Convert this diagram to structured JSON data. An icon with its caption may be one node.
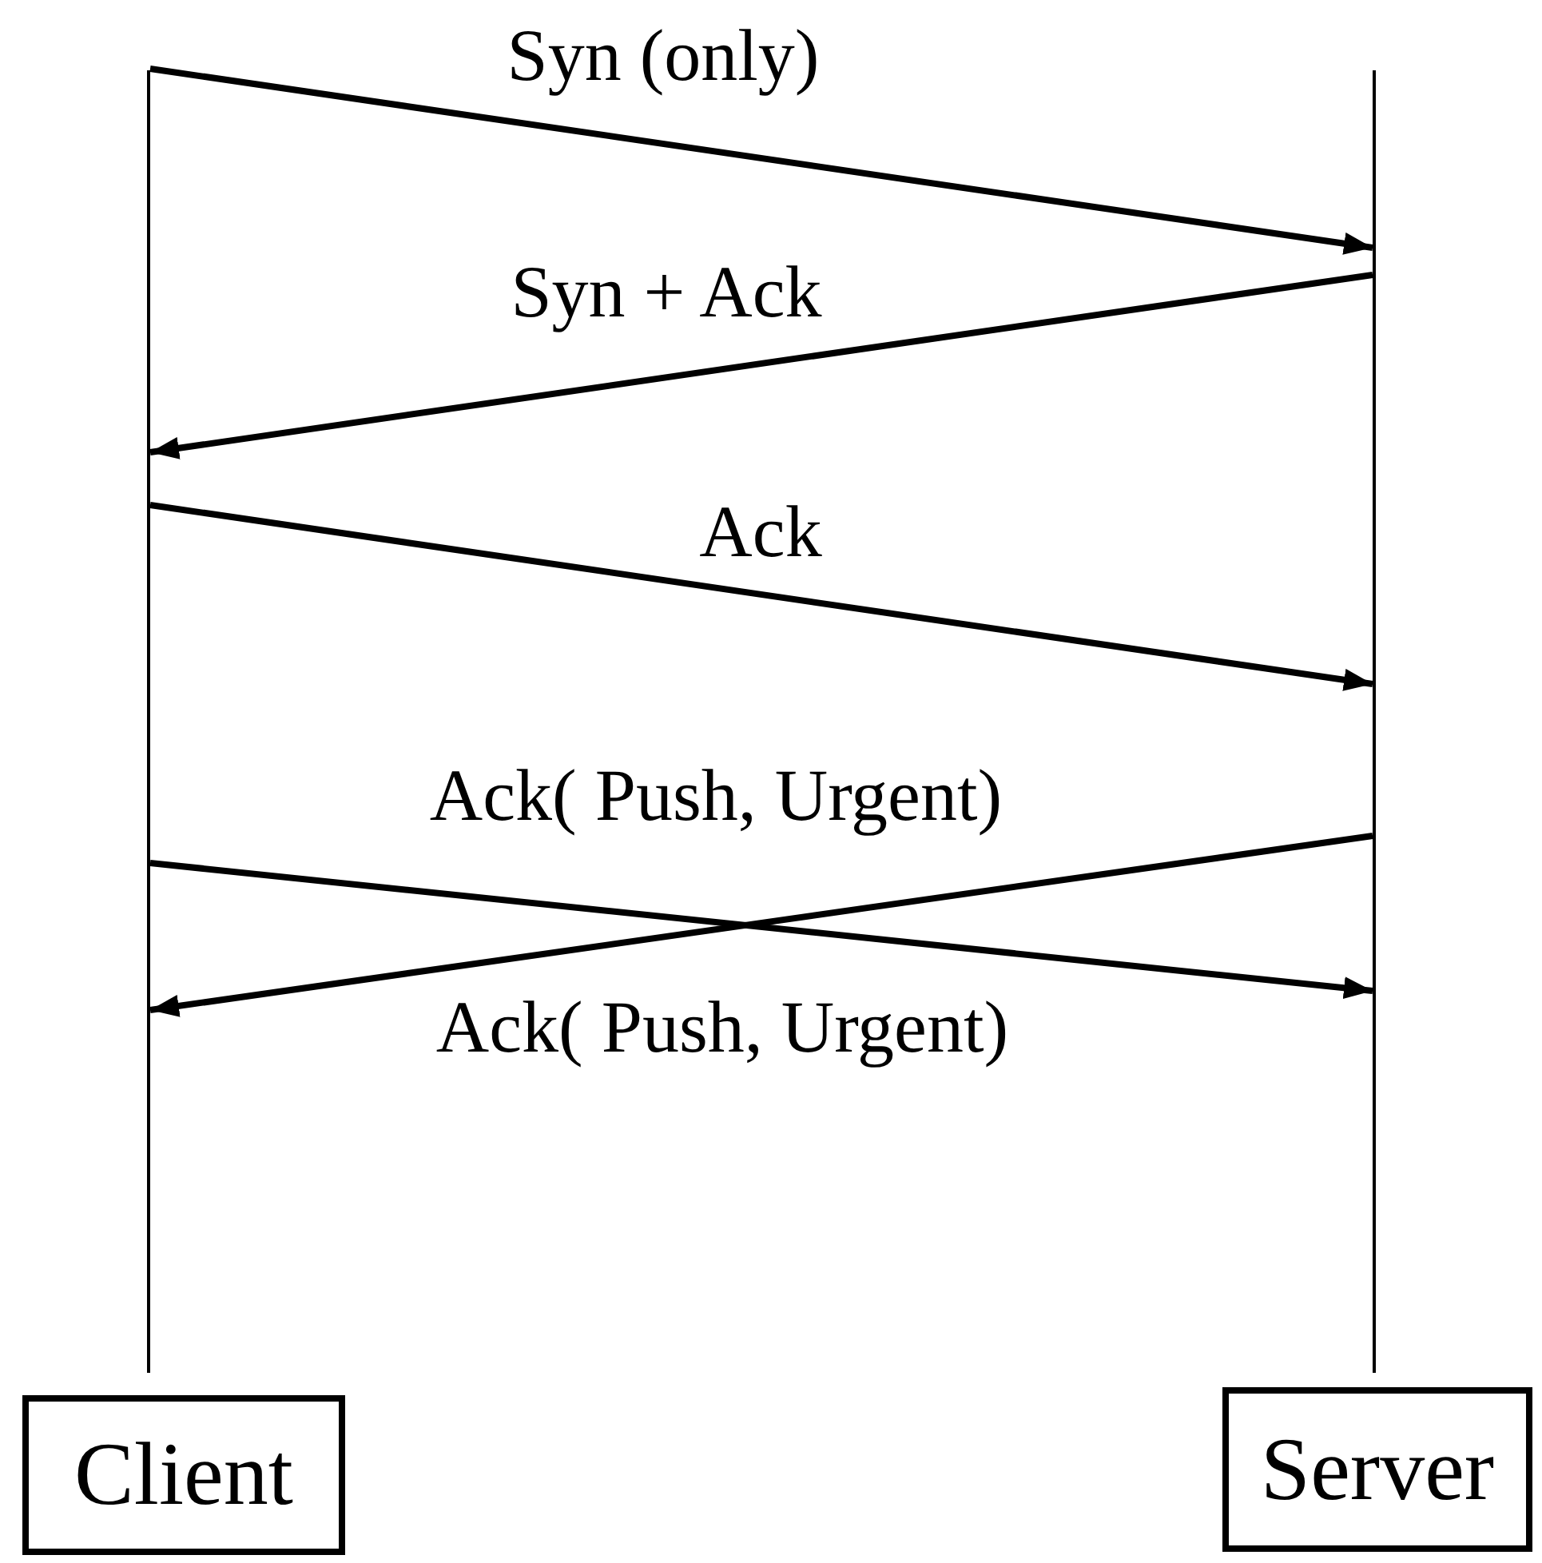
{
  "diagram": {
    "nodes": [
      {
        "text": [],
        "shape": "line"
      },
      {
        "text": [],
        "shape": "line"
      },
      {
        "text": [
          "Client"
        ]
      },
      {
        "text": [
          "Server"
        ]
      }
    ],
    "edges": [
      {
        "from": 0,
        "to": 1,
        "arrow": "to",
        "label": "Syn (only)"
      },
      {
        "from": 1,
        "to": 0,
        "arrow": "to",
        "label": "Syn + Ack"
      },
      {
        "from": 0,
        "to": 1,
        "arrow": "to",
        "label": "Ack"
      },
      {
        "from": 0,
        "to": 1,
        "arrow": "to",
        "label": "Ack( Push, Urgent)"
      },
      {
        "from": 1,
        "to": 0,
        "arrow": "to",
        "label": "Ack( Push, Urgent)"
      }
    ]
  }
}
